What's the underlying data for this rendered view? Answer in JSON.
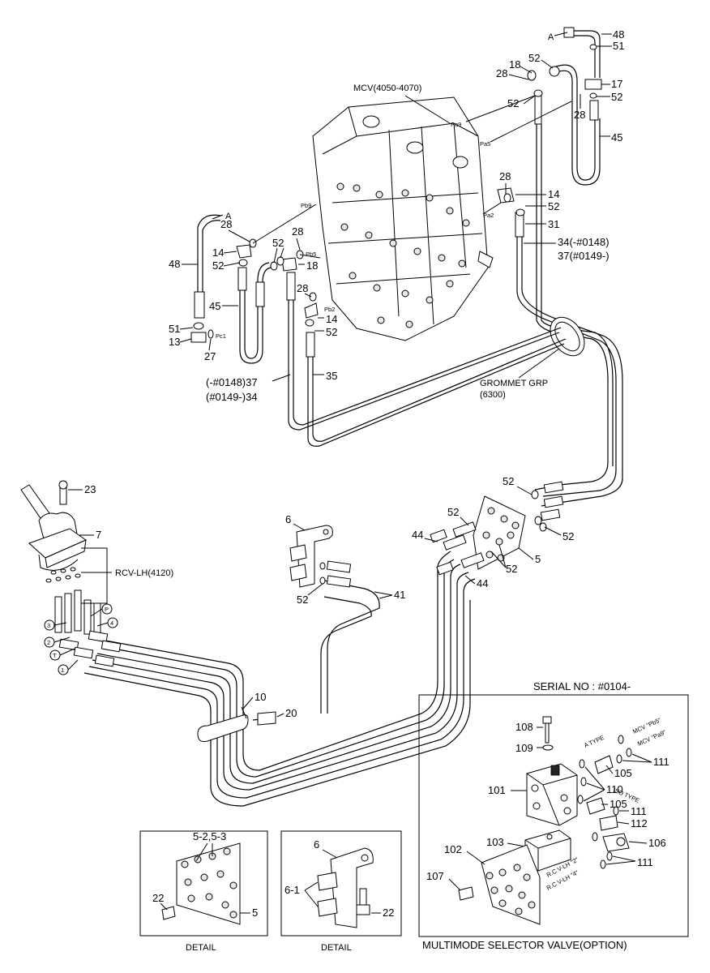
{
  "labels": {
    "mcv": "MCV(4050-4070)",
    "grommet_1": "GROMMET GRP",
    "grommet_2": "(6300)",
    "rcv": "RCV-LH(4120)",
    "serial": "SERIAL NO : #0104-",
    "multimode": "MULTIMODE SELECTOR VALVE(OPTION)",
    "detail_left": "DETAIL",
    "detail_right": "DETAIL",
    "hose_34_a": "34(-#0148)",
    "hose_37_a": "37(#0149-)",
    "hose_37_b": "(-#0148)37",
    "hose_34_b": "(#0149-)34",
    "port_pa9": "Pa9",
    "port_pa5": "Pa5",
    "port_pb9": "Pb9",
    "port_pb5": "Pb5",
    "port_pa2": "Pa2",
    "port_pb2": "Pb2",
    "port_pc1": "Pc1",
    "arrow_a": "A",
    "a_type": "A TYPE",
    "iso_type": "ISO TYPE",
    "mcv_pb5": "MCV \"Pb5\"",
    "mcv_pa9": "MCV \"Pa9\"",
    "rcv_lh_2": "R.C.V-LH \"2\"",
    "rcv_lh_4": "R.C.V-LH \"4\""
  },
  "callouts": {
    "n48": "48",
    "n51": "51",
    "n52": "52",
    "n18": "18",
    "n28": "28",
    "n17": "17",
    "n45": "45",
    "n14": "14",
    "n31": "31",
    "n13": "13",
    "n27": "27",
    "n35": "35",
    "n23": "23",
    "n7": "7",
    "n6": "6",
    "n41": "41",
    "n44": "44",
    "n5": "5",
    "n10": "10",
    "n20": "20",
    "n108": "108",
    "n109": "109",
    "n101": "101",
    "n110": "110",
    "n105": "105",
    "n111": "111",
    "n112": "112",
    "n106": "106",
    "n102": "102",
    "n103": "103",
    "n107": "107",
    "n22": "22",
    "n5_23": "5-2,5-3",
    "n6_1": "6-1"
  },
  "rcv_ports": [
    "3",
    "2",
    "T",
    "1",
    "P",
    "4"
  ]
}
